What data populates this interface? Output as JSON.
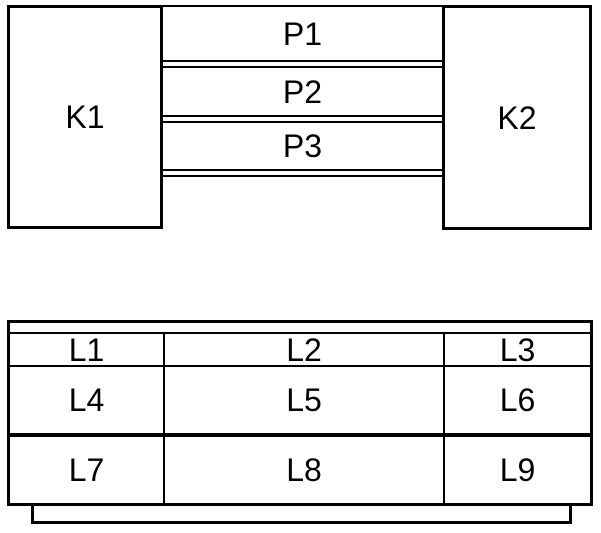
{
  "diagram": {
    "top_section": {
      "left_unit": {
        "label": "K1"
      },
      "right_unit": {
        "label": "K2"
      },
      "panels": [
        {
          "label": "P1"
        },
        {
          "label": "P2"
        },
        {
          "label": "P3"
        }
      ]
    },
    "bottom_section": {
      "rows": [
        [
          {
            "label": "L1"
          },
          {
            "label": "L2"
          },
          {
            "label": "L3"
          }
        ],
        [
          {
            "label": "L4"
          },
          {
            "label": "L5"
          },
          {
            "label": "L6"
          }
        ],
        [
          {
            "label": "L7"
          },
          {
            "label": "L8"
          },
          {
            "label": "L9"
          }
        ]
      ]
    },
    "colors": {
      "line": "#000000",
      "background": "#ffffff",
      "text": "#000000"
    }
  }
}
